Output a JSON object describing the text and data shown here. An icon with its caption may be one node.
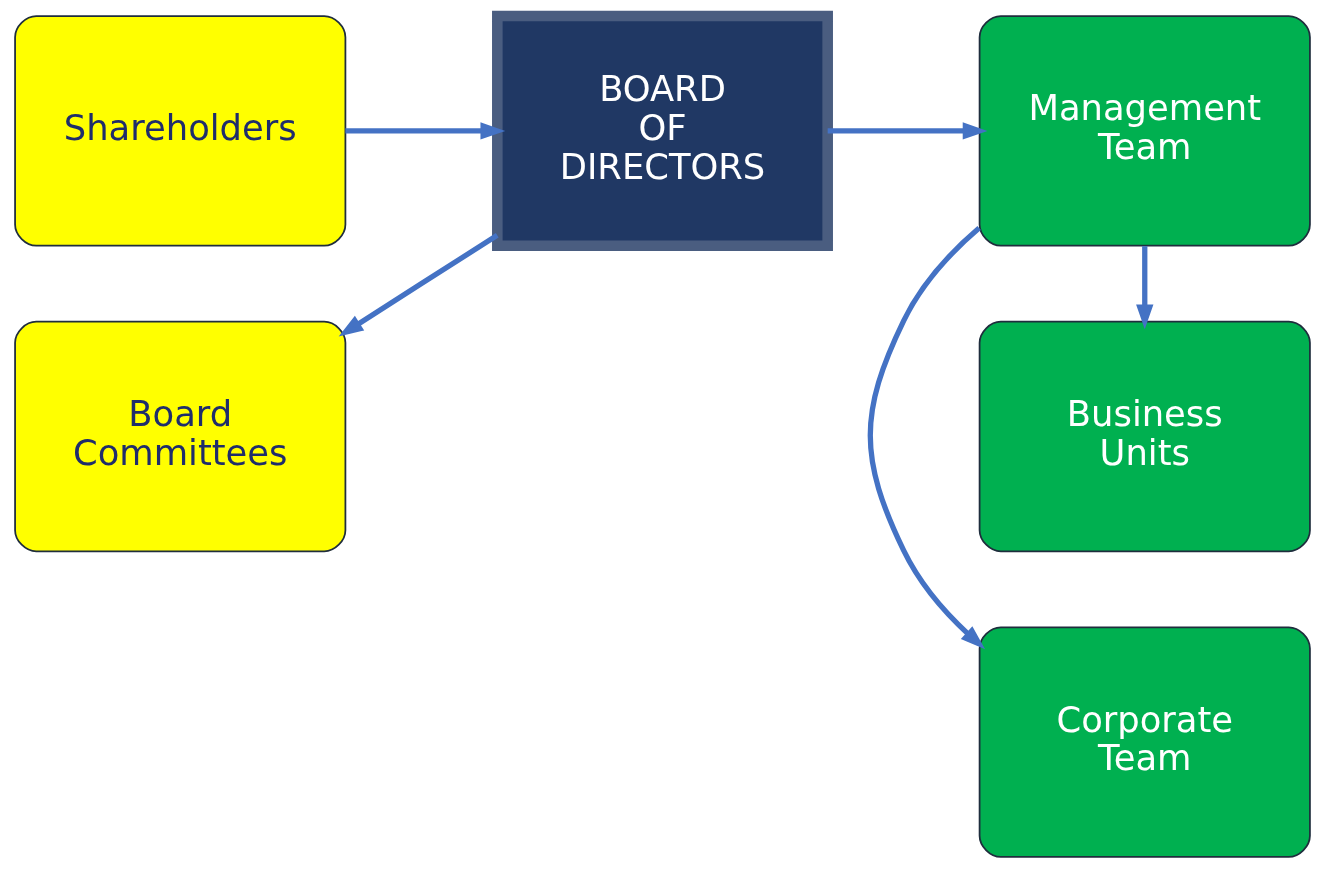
{
  "diagram": {
    "nodes": [
      {
        "text": [
          "Shareholders"
        ]
      },
      {
        "text": [
          "Board Committees"
        ]
      },
      {
        "text": [
          "BOARD OF DIRECTORS"
        ]
      },
      {
        "text": [
          "Corporate Team"
        ]
      },
      {
        "text": [
          "Management Team"
        ]
      },
      {
        "text": [
          "Business Units"
        ]
      }
    ],
    "edges": [
      {
        "from": 0,
        "to": 2,
        "arrow": "to"
      },
      {
        "from": 2,
        "to": 1,
        "arrow": "to"
      },
      {
        "from": 2,
        "to": 4,
        "arrow": "to"
      },
      {
        "from": 4,
        "to": 3,
        "arrow": "to"
      },
      {
        "from": 4,
        "to": 5,
        "arrow": "to"
      }
    ]
  }
}
